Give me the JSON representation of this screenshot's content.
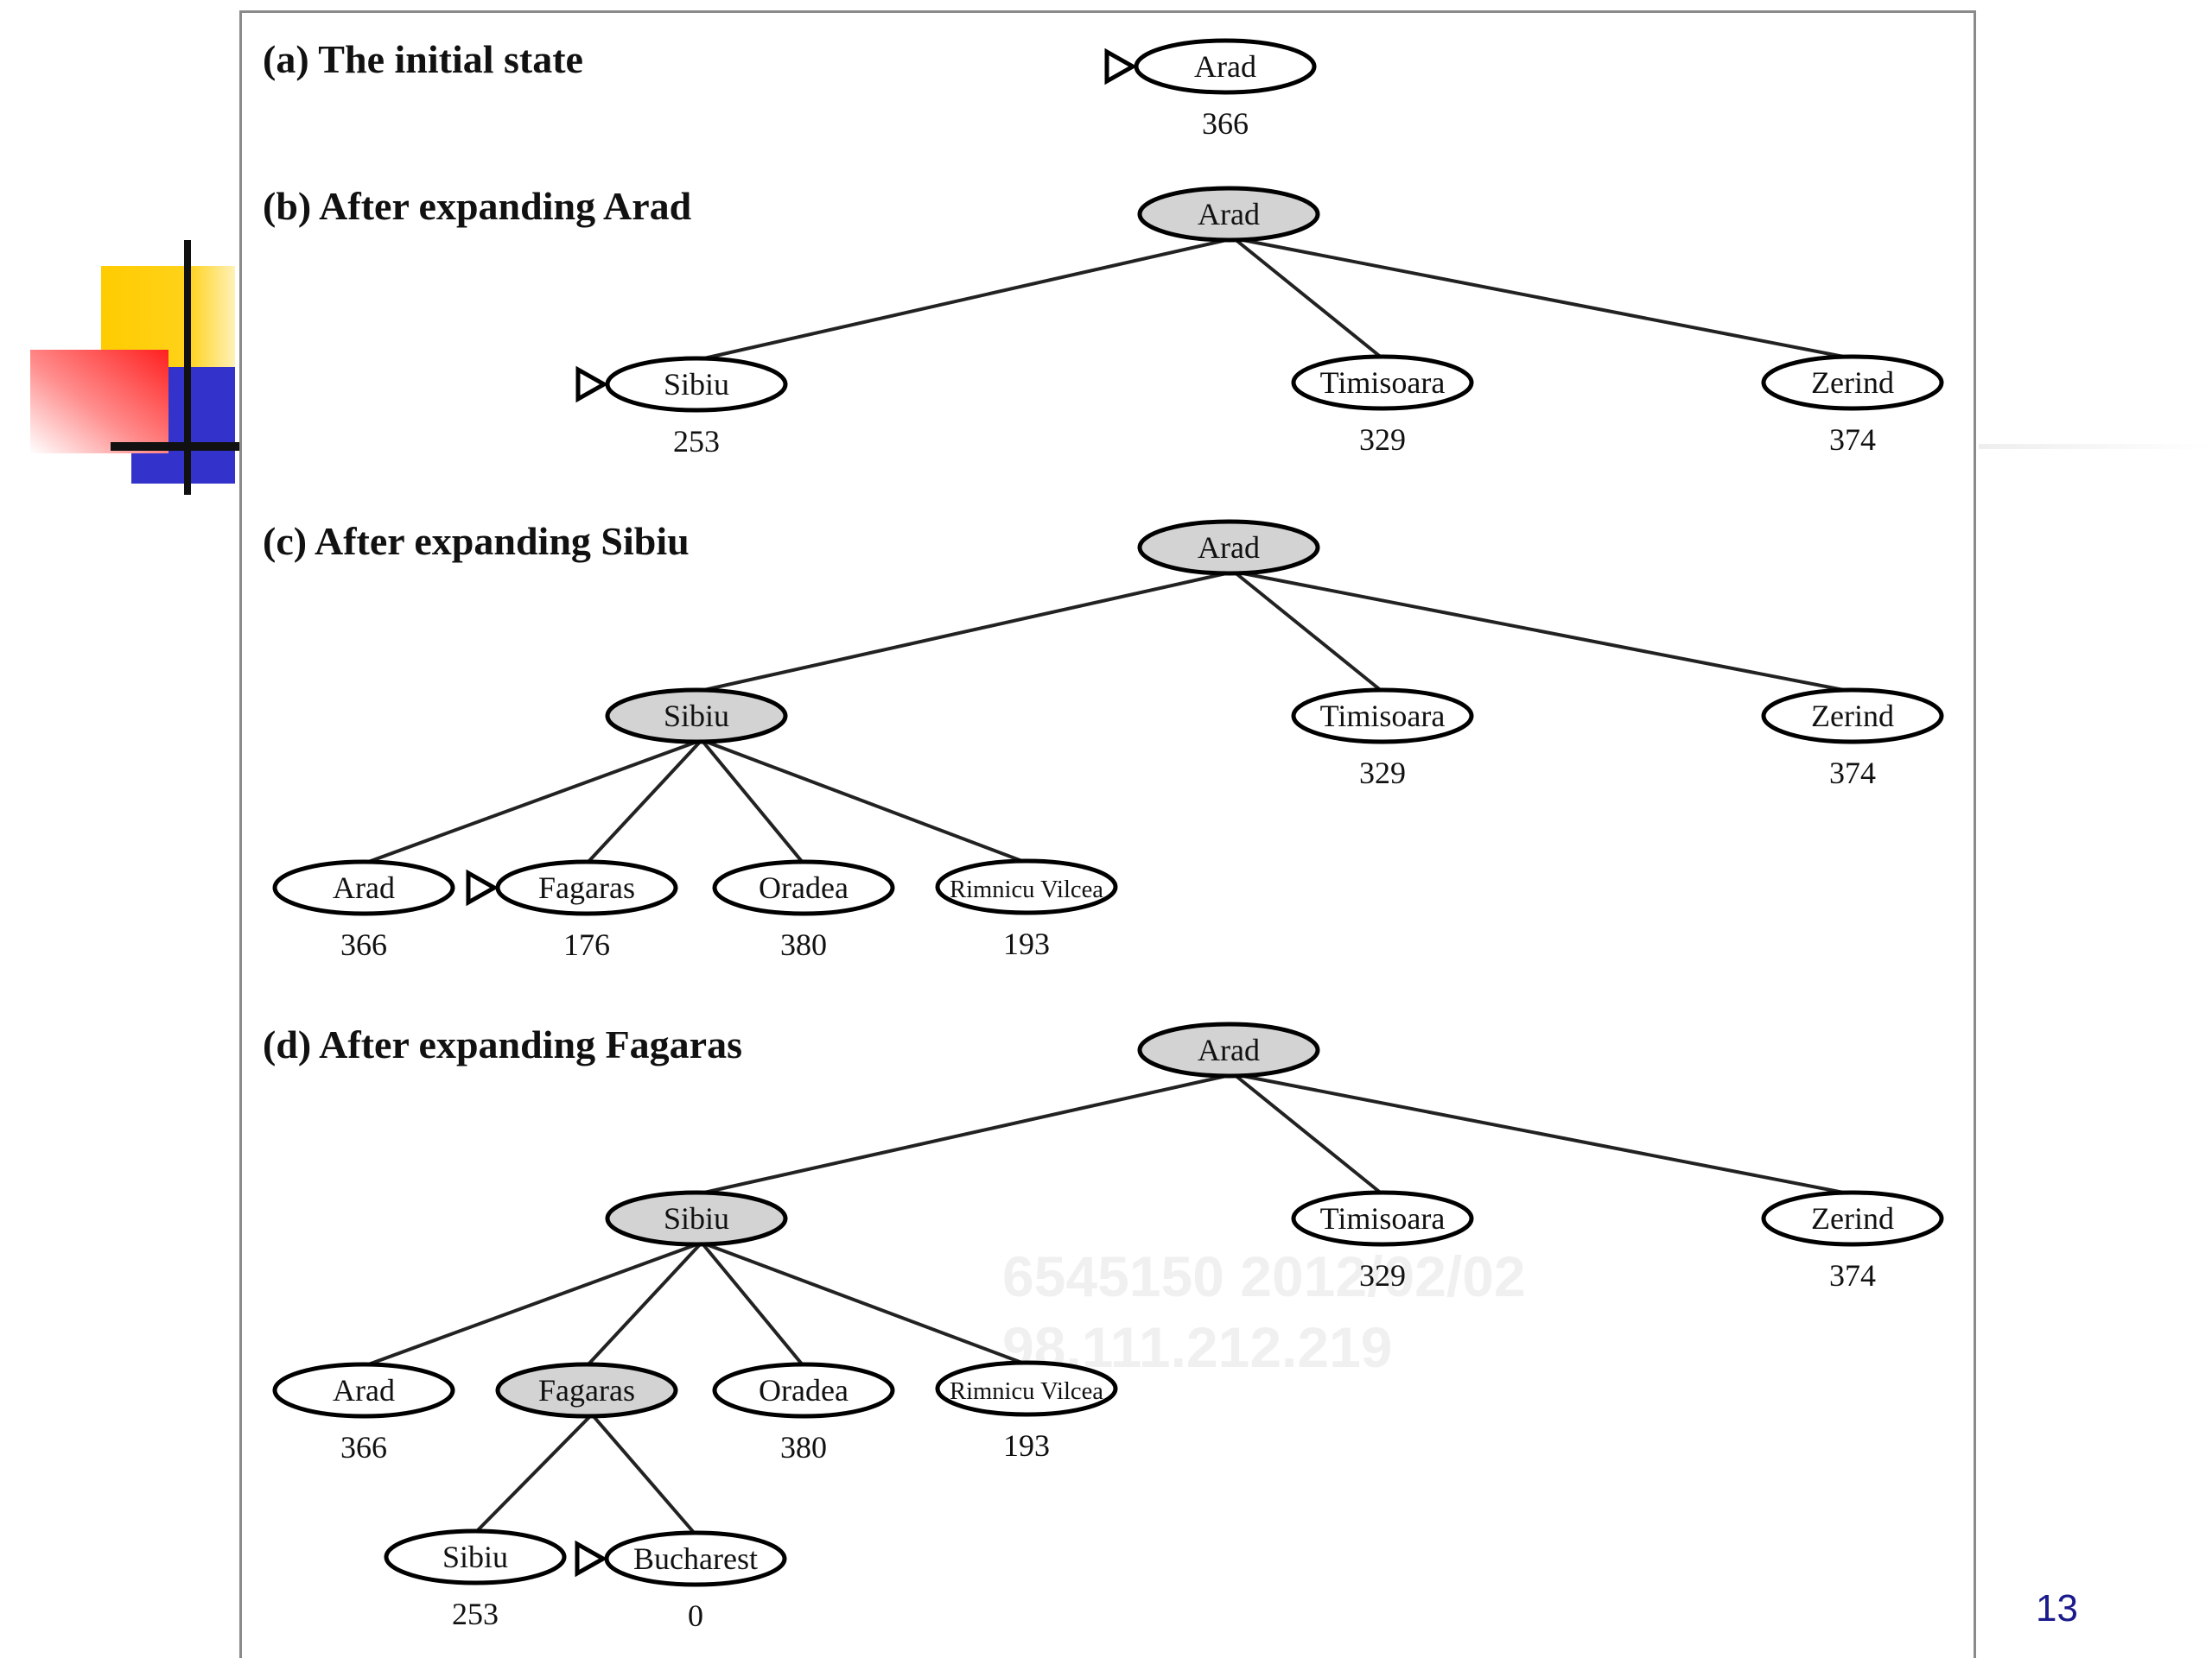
{
  "panels": {
    "a": "(a) The initial state",
    "b": "(b) After expanding Arad",
    "c": "(c) After expanding Sibiu",
    "d": "(d) After expanding Fagaras"
  },
  "nodes": {
    "a_arad": {
      "label": "Arad",
      "value": "366",
      "expanded": false,
      "marker": true
    },
    "b_arad": {
      "label": "Arad",
      "expanded": true
    },
    "b_sibiu": {
      "label": "Sibiu",
      "value": "253",
      "expanded": false,
      "marker": true
    },
    "b_timisoara": {
      "label": "Timisoara",
      "value": "329",
      "expanded": false
    },
    "b_zerind": {
      "label": "Zerind",
      "value": "374",
      "expanded": false
    },
    "c_arad": {
      "label": "Arad",
      "expanded": true
    },
    "c_sibiu": {
      "label": "Sibiu",
      "expanded": true
    },
    "c_timisoara": {
      "label": "Timisoara",
      "value": "329",
      "expanded": false
    },
    "c_zerind": {
      "label": "Zerind",
      "value": "374",
      "expanded": false
    },
    "c_arad2": {
      "label": "Arad",
      "value": "366",
      "expanded": false
    },
    "c_fagaras": {
      "label": "Fagaras",
      "value": "176",
      "expanded": false,
      "marker": true
    },
    "c_oradea": {
      "label": "Oradea",
      "value": "380",
      "expanded": false
    },
    "c_rimnicu": {
      "label": "Rimnicu Vilcea",
      "value": "193",
      "expanded": false
    },
    "d_arad": {
      "label": "Arad",
      "expanded": true
    },
    "d_sibiu": {
      "label": "Sibiu",
      "expanded": true
    },
    "d_timisoara": {
      "label": "Timisoara",
      "value": "329",
      "expanded": false
    },
    "d_zerind": {
      "label": "Zerind",
      "value": "374",
      "expanded": false
    },
    "d_arad2": {
      "label": "Arad",
      "value": "366",
      "expanded": false
    },
    "d_fagaras": {
      "label": "Fagaras",
      "expanded": true
    },
    "d_oradea": {
      "label": "Oradea",
      "value": "380",
      "expanded": false
    },
    "d_rimnicu": {
      "label": "Rimnicu Vilcea",
      "value": "193",
      "expanded": false
    },
    "d_sibiu2": {
      "label": "Sibiu",
      "value": "253",
      "expanded": false
    },
    "d_bucharest": {
      "label": "Bucharest",
      "value": "0",
      "expanded": false,
      "marker": true
    }
  },
  "edges": [
    [
      "b_arad",
      "b_sibiu"
    ],
    [
      "b_arad",
      "b_timisoara"
    ],
    [
      "b_arad",
      "b_zerind"
    ],
    [
      "c_arad",
      "c_sibiu"
    ],
    [
      "c_arad",
      "c_timisoara"
    ],
    [
      "c_arad",
      "c_zerind"
    ],
    [
      "c_sibiu",
      "c_arad2"
    ],
    [
      "c_sibiu",
      "c_fagaras"
    ],
    [
      "c_sibiu",
      "c_oradea"
    ],
    [
      "c_sibiu",
      "c_rimnicu"
    ],
    [
      "d_arad",
      "d_sibiu"
    ],
    [
      "d_arad",
      "d_timisoara"
    ],
    [
      "d_arad",
      "d_zerind"
    ],
    [
      "d_sibiu",
      "d_arad2"
    ],
    [
      "d_sibiu",
      "d_fagaras"
    ],
    [
      "d_sibiu",
      "d_oradea"
    ],
    [
      "d_sibiu",
      "d_rimnicu"
    ],
    [
      "d_fagaras",
      "d_sibiu2"
    ],
    [
      "d_fagaras",
      "d_bucharest"
    ]
  ],
  "watermark": {
    "line1": "6545150 2012/02/02",
    "line2": "98.111.212.219"
  },
  "slide_number": "13",
  "colors": {
    "expanded_fill": "#d3d3d3",
    "node_fill": "#ffffff",
    "slide_number": "#1a1a8c"
  }
}
